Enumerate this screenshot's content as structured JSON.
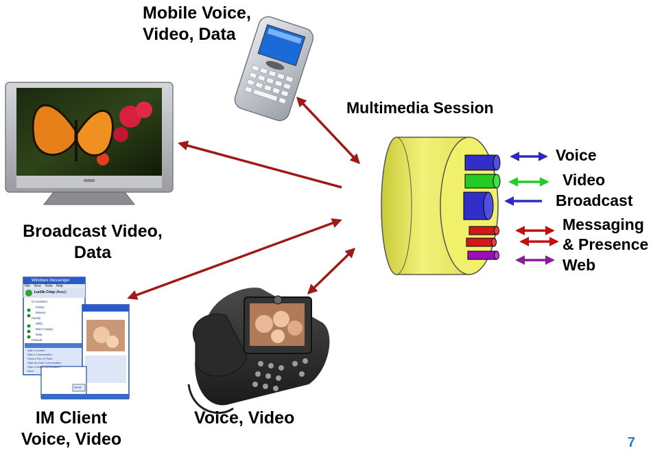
{
  "labels": {
    "mobile": [
      "Mobile Voice,",
      "Video, Data"
    ],
    "broadcast": [
      "Broadcast Video,",
      "Data"
    ],
    "im": [
      "IM Client",
      "Voice, Video"
    ],
    "phone": "Voice, Video",
    "session": "Multimedia Session"
  },
  "channels": {
    "voice": "Voice",
    "video": "Video",
    "broadcast": "Broadcast",
    "messaging": [
      "Messaging",
      "& Presence"
    ],
    "web": "Web"
  },
  "im_window": {
    "title": "Windows Messenger",
    "menu": [
      "File",
      "View",
      "Tools",
      "Help"
    ],
    "user": "Lucille Crisp",
    "status": "(Away)",
    "groups": [
      "Co-workers",
      "Family",
      "Friends"
    ],
    "contacts": [
      "Casey",
      "Warren",
      "Wiffy",
      "Mom (Away)",
      "Nate"
    ],
    "tasks": [
      "Add a Contact",
      "Start a Conversation",
      "Send a File or Photo",
      "Start an Voice Conversation",
      "Start a Video Conversation",
      "More"
    ],
    "send": "Send"
  },
  "colors": {
    "arrow": "#a01818",
    "voice": "#2b2bc0",
    "video": "#22cc22",
    "broadcast": "#2b2bc0",
    "messaging": "#c01010",
    "web": "#8a1a9a",
    "cylinder": "#e6e65a",
    "slide_number": "#1f7fc4"
  },
  "slide_number": "7"
}
